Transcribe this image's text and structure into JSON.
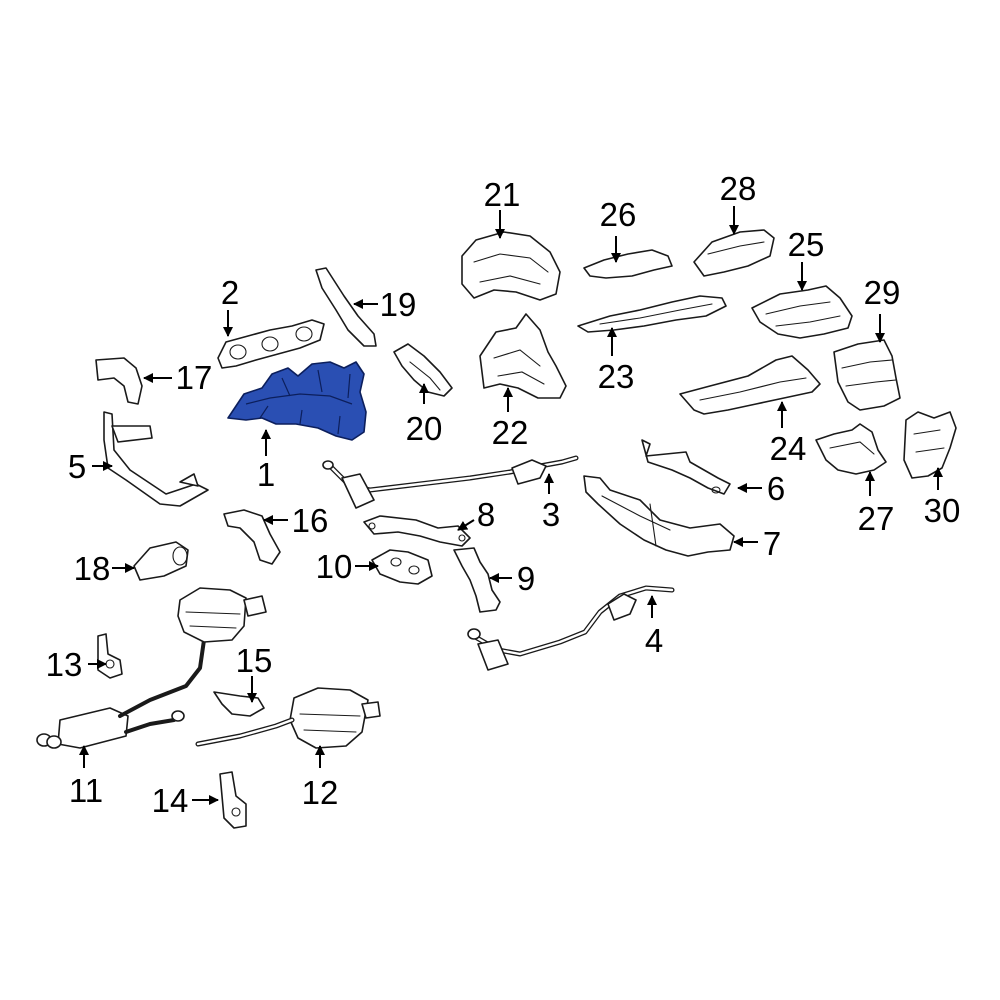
{
  "diagram": {
    "highlight_color": "#2a4fb3",
    "line_color": "#000000",
    "callouts": [
      {
        "id": "1",
        "label": "1"
      },
      {
        "id": "2",
        "label": "2"
      },
      {
        "id": "3",
        "label": "3"
      },
      {
        "id": "4",
        "label": "4"
      },
      {
        "id": "5",
        "label": "5"
      },
      {
        "id": "6",
        "label": "6"
      },
      {
        "id": "7",
        "label": "7"
      },
      {
        "id": "8",
        "label": "8"
      },
      {
        "id": "9",
        "label": "9"
      },
      {
        "id": "10",
        "label": "10"
      },
      {
        "id": "11",
        "label": "11"
      },
      {
        "id": "12",
        "label": "12"
      },
      {
        "id": "13",
        "label": "13"
      },
      {
        "id": "14",
        "label": "14"
      },
      {
        "id": "15",
        "label": "15"
      },
      {
        "id": "16",
        "label": "16"
      },
      {
        "id": "17",
        "label": "17"
      },
      {
        "id": "18",
        "label": "18"
      },
      {
        "id": "19",
        "label": "19"
      },
      {
        "id": "20",
        "label": "20"
      },
      {
        "id": "21",
        "label": "21"
      },
      {
        "id": "22",
        "label": "22"
      },
      {
        "id": "23",
        "label": "23"
      },
      {
        "id": "24",
        "label": "24"
      },
      {
        "id": "25",
        "label": "25"
      },
      {
        "id": "26",
        "label": "26"
      },
      {
        "id": "27",
        "label": "27"
      },
      {
        "id": "28",
        "label": "28"
      },
      {
        "id": "29",
        "label": "29"
      },
      {
        "id": "30",
        "label": "30"
      }
    ]
  }
}
